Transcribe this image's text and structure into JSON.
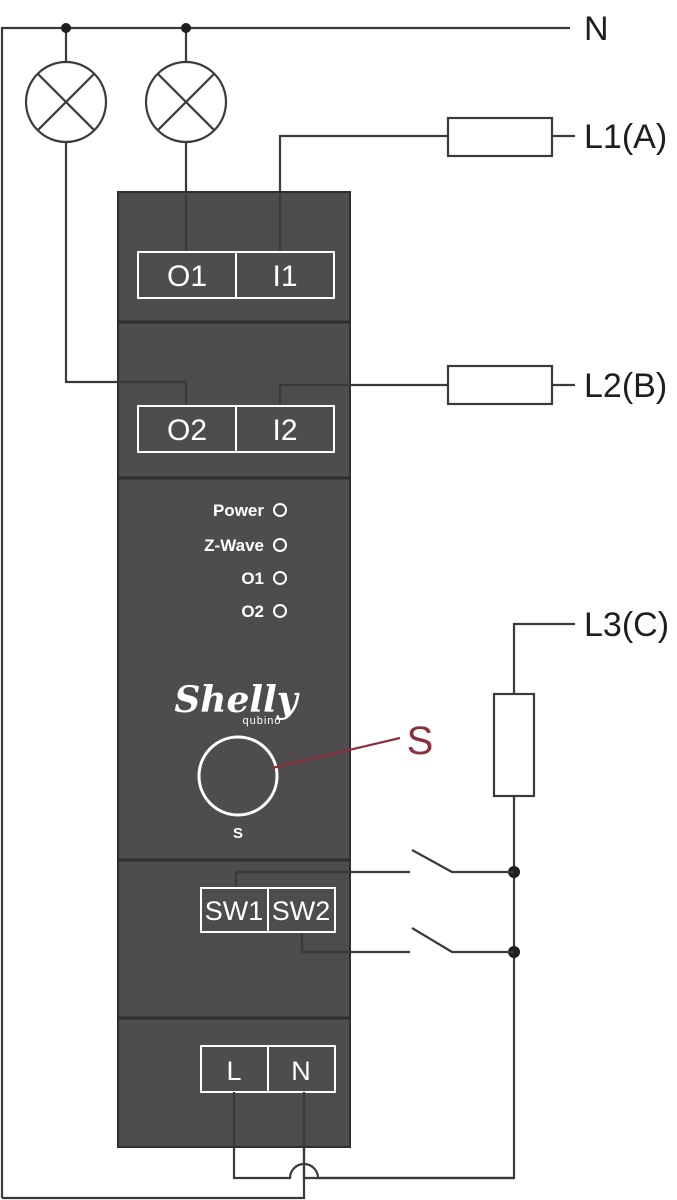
{
  "lines": {
    "neutral": "N",
    "l1": "L1(A)",
    "l2": "L2(B)",
    "l3": "L3(C)"
  },
  "terminals": {
    "o1": "O1",
    "i1": "I1",
    "o2": "O2",
    "i2": "I2",
    "sw1": "SW1",
    "sw2": "SW2",
    "l": "L",
    "n": "N"
  },
  "leds": [
    "Power",
    "Z-Wave",
    "O1",
    "O2"
  ],
  "brand": {
    "name": "Shelly",
    "sub": "qubino"
  },
  "service_button": {
    "label": "S",
    "callout": "S"
  },
  "colors": {
    "device_body": "#4d4d4f",
    "wire": "#3a3a3a",
    "callout": "#8c2f3c"
  }
}
